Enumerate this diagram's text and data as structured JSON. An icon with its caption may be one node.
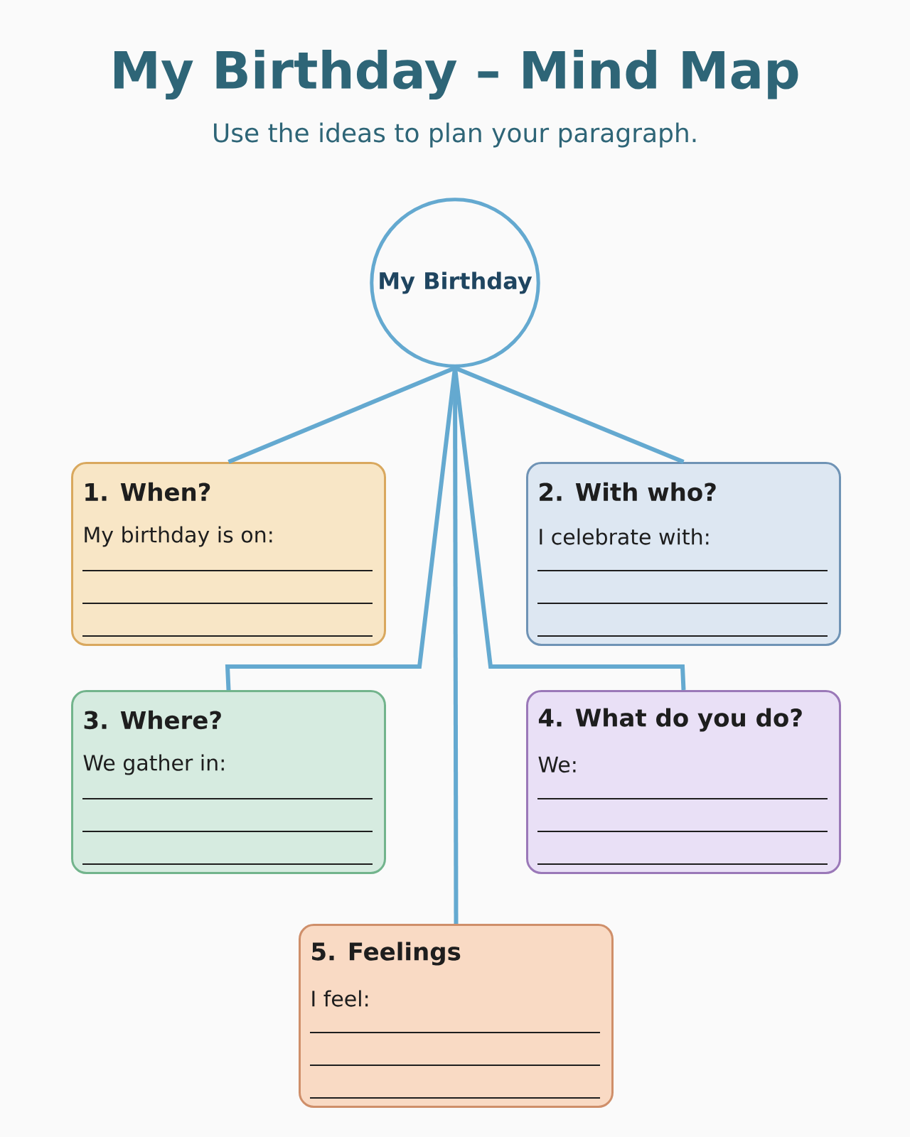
{
  "diagram": {
    "title": "My Birthday – Mind Map",
    "nodes": [
      {
        "text": [
          "My Birthday"
        ]
      },
      {
        "text": [
          "1. When?",
          "My birthday is on:"
        ]
      },
      {
        "text": [
          "2. With who?",
          "I celebrate with:"
        ]
      },
      {
        "text": [
          "3. Where?",
          "We gather in:"
        ]
      },
      {
        "text": [
          "4. What do you do?",
          "We:"
        ]
      },
      {
        "text": [
          "5. Feelings",
          "I feel:"
        ]
      }
    ],
    "edges": [
      {
        "from": 0,
        "to": 1,
        "arrow": "none"
      },
      {
        "from": 0,
        "to": 2,
        "arrow": "none"
      },
      {
        "from": 0,
        "to": 3,
        "arrow": "none"
      },
      {
        "from": 0,
        "to": 4,
        "arrow": "none"
      },
      {
        "from": 0,
        "to": 5,
        "arrow": "none"
      }
    ],
    "labels": [
      "Use the ideas to plan your paragraph."
    ]
  }
}
